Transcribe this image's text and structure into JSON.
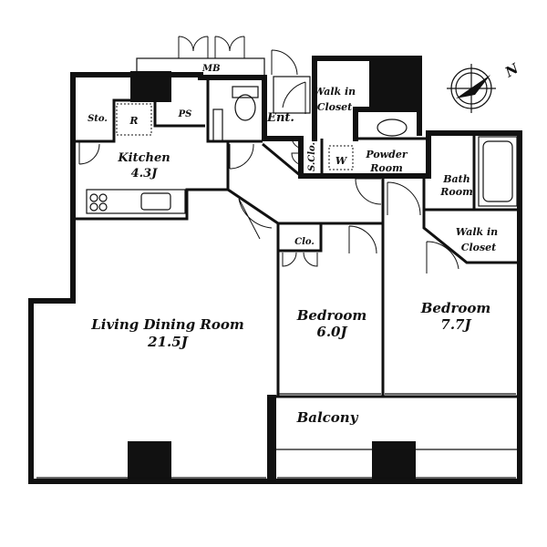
{
  "plan": {
    "rooms": {
      "living": {
        "name": "Living Dining Room",
        "size": "21.5J"
      },
      "kitchen": {
        "name": "Kitchen",
        "size": "4.3J"
      },
      "bedroom1": {
        "name": "Bedroom",
        "size": "6.0J"
      },
      "bedroom2": {
        "name": "Bedroom",
        "size": "7.7J"
      },
      "balcony": {
        "name": "Balcony"
      },
      "walkin1": {
        "line1": "Walk in",
        "line2": "Closet"
      },
      "walkin2": {
        "line1": "Walk in",
        "line2": "Closet"
      },
      "powder": {
        "line1": "Powder",
        "line2": "Room"
      },
      "bath": {
        "line1": "Bath",
        "line2": "Room"
      },
      "entrance": "Ent.",
      "storage": "Sto.",
      "ps": "PS",
      "mb": "MB",
      "closet": "Clo.",
      "shoe_closet": "S.Clo.",
      "fridge": "R",
      "washer": "W"
    },
    "compass": {
      "north": "N"
    }
  }
}
